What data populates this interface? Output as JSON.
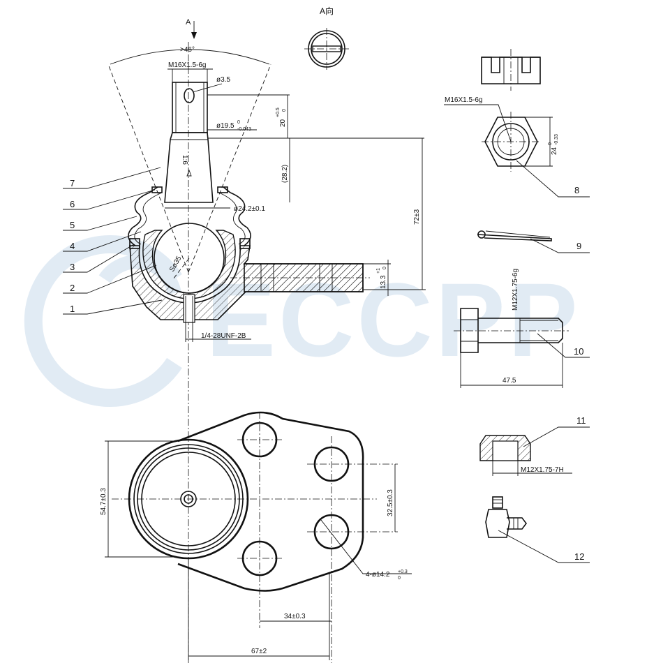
{
  "watermark": "ECCPP",
  "view_label": {
    "arrow_letter": "A",
    "view_title": "A向"
  },
  "dimensions": {
    "angle": ">46°",
    "stud_thread": "M16X1.5-6g",
    "cotter_hole": "ø3.5",
    "stud_dia": "ø19.5",
    "stud_dia_tol_upper": "0",
    "stud_dia_tol_lower": "-0.043",
    "stud_length": "20",
    "stud_length_tol_upper": "+0.5",
    "stud_length_tol_lower": "0",
    "taper": "1:6",
    "taper_length": "(28.2)",
    "neck_dia": "ø24.2±0.1",
    "overall_height": "72±3",
    "flange_thickness": "13.3",
    "flange_tol_upper": "+1",
    "flange_tol_lower": "0",
    "ball_sphere": "Sø35",
    "grease_thread": "1/4-28UNF-2B",
    "nut_thread": "M16X1.5-6g",
    "nut_width": "24",
    "nut_width_tol_upper": "0",
    "nut_width_tol_lower": "-0.33",
    "bolt_thread": "M12X1.75-6g",
    "bolt_length": "47.5",
    "locknut_thread": "M12X1.75-7H",
    "base_height": "54.7±0.3",
    "hole_spacing_v": "32.5±0.3",
    "holes": "4-ø14.2",
    "holes_tol_upper": "+0.3",
    "holes_tol_lower": "0",
    "hole_spacing_h": "34±0.3",
    "base_width": "67±2"
  },
  "callouts": [
    "1",
    "2",
    "3",
    "4",
    "5",
    "6",
    "7",
    "8",
    "9",
    "10",
    "11",
    "12"
  ]
}
